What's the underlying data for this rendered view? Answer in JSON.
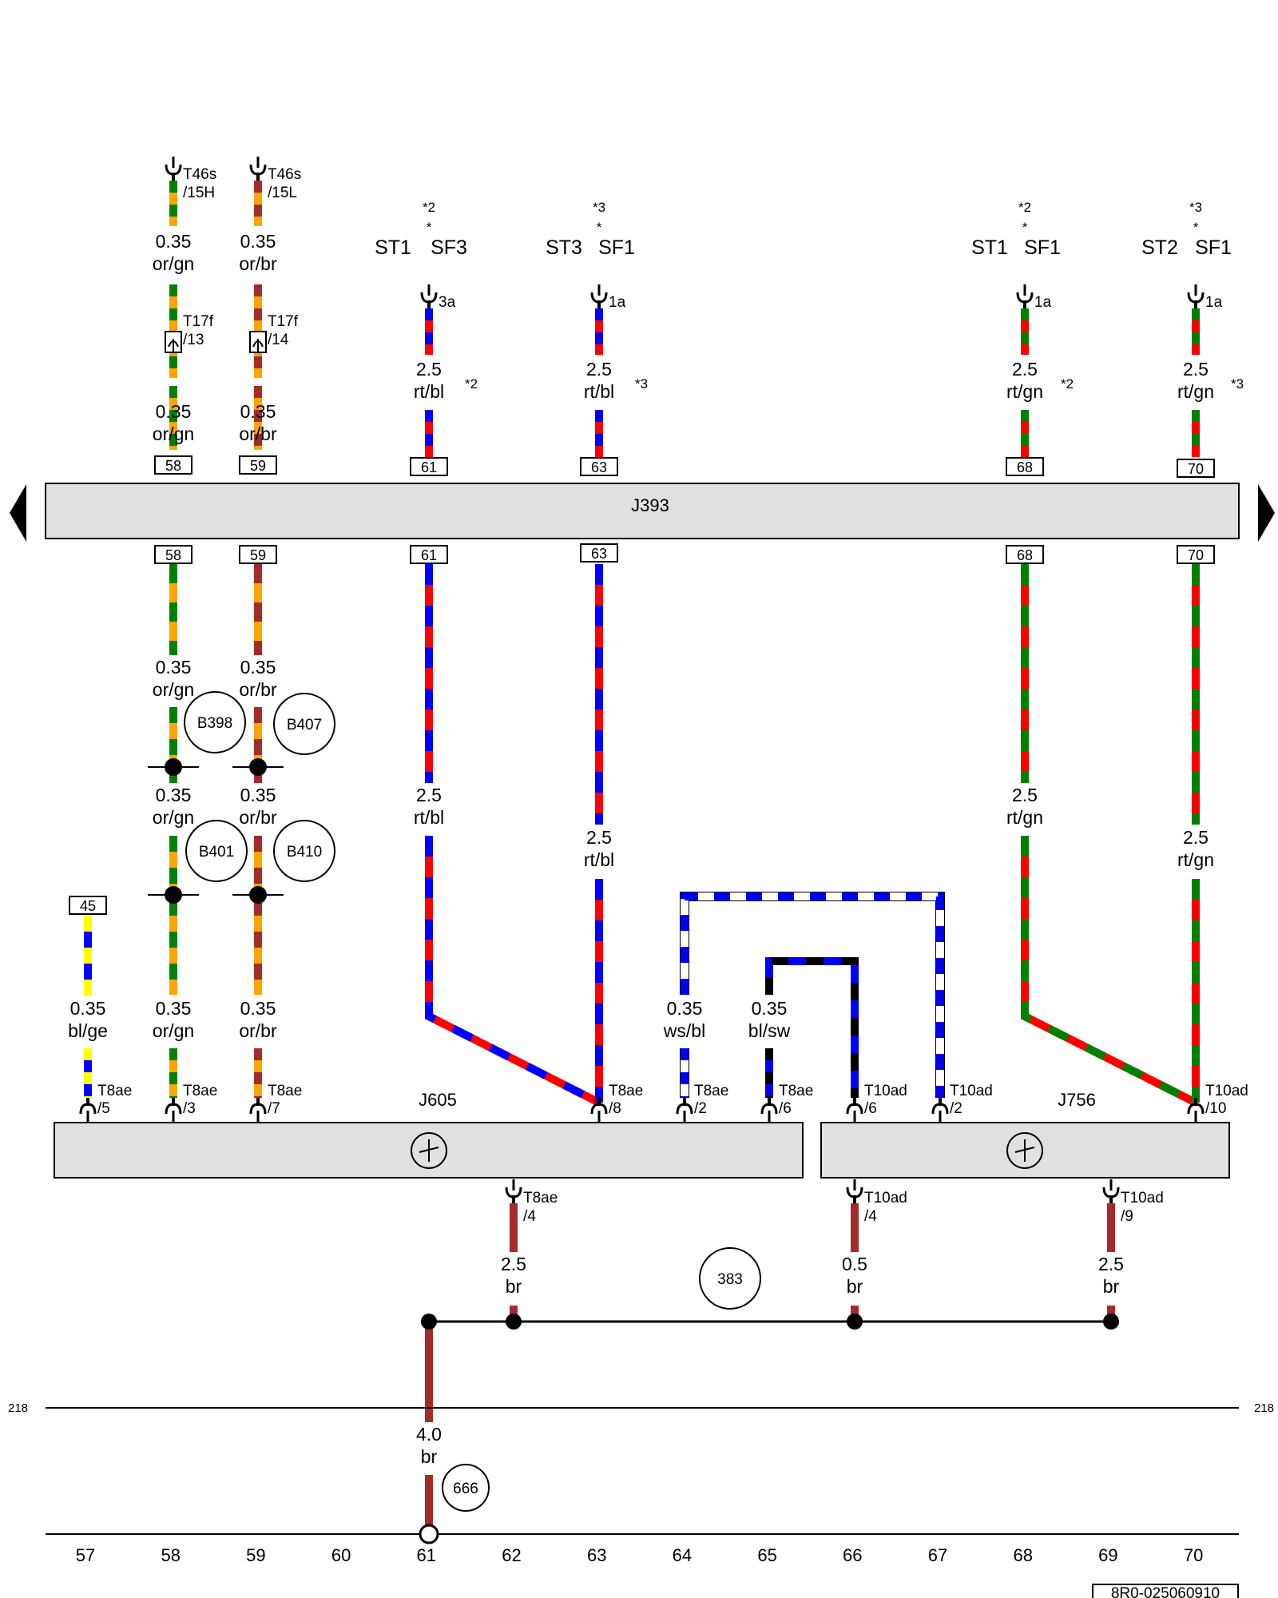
{
  "colors": {
    "or": "#FFA500",
    "gn": "#008000",
    "br": "#A52A2A",
    "rt": "#FF0000",
    "bl": "#0000FF",
    "ws": "#FFFFFF",
    "sw": "#000000",
    "ge": "#FFFF00",
    "module_fill": "#E0E0E0"
  },
  "modules": {
    "top": "J393",
    "j605": "J605",
    "j756": "J756"
  },
  "axis_numbers": [
    "57",
    "58",
    "59",
    "60",
    "61",
    "62",
    "63",
    "64",
    "65",
    "66",
    "67",
    "68",
    "69",
    "70"
  ],
  "side_refs": {
    "left": "218",
    "right": "218"
  },
  "doc_id": "8R0-025060910",
  "variants": {
    "v61": {
      "top": "*2",
      "mid": "*",
      "left": "ST1",
      "right": "SF3"
    },
    "v63": {
      "top": "*3",
      "mid": "*",
      "left": "ST3",
      "right": "SF1"
    },
    "v68": {
      "top": "*2",
      "mid": "*",
      "left": "ST1",
      "right": "SF1"
    },
    "v70": {
      "top": "*3",
      "mid": "*",
      "left": "ST2",
      "right": "SF1"
    }
  },
  "connectors": {
    "t46s_15h": [
      "T46s",
      "/15H"
    ],
    "t46s_15l": [
      "T46s",
      "/15L"
    ],
    "t17f_13": [
      "T17f",
      "/13"
    ],
    "t17f_14": [
      "T17f",
      "/14"
    ],
    "pin_3a": "3a",
    "pin_1a_63": "1a",
    "pin_1a_68": "1a",
    "pin_1a_70": "1a",
    "t8ae_5": [
      "T8ae",
      "/5"
    ],
    "t8ae_3": [
      "T8ae",
      "/3"
    ],
    "t8ae_7": [
      "T8ae",
      "/7"
    ],
    "t8ae_8": [
      "T8ae",
      "/8"
    ],
    "t8ae_2": [
      "T8ae",
      "/2"
    ],
    "t8ae_6": [
      "T8ae",
      "/6"
    ],
    "t10ad_6": [
      "T10ad",
      "/6"
    ],
    "t10ad_2": [
      "T10ad",
      "/2"
    ],
    "t10ad_10": [
      "T10ad",
      "/10"
    ],
    "t8ae_4": [
      "T8ae",
      "/4"
    ],
    "t10ad_4": [
      "T10ad",
      "/4"
    ],
    "t10ad_9": [
      "T10ad",
      "/9"
    ]
  },
  "terminal_boxes": {
    "top": [
      "58",
      "59",
      "61",
      "63",
      "68",
      "70"
    ],
    "bottom": [
      "58",
      "59",
      "61",
      "63",
      "68",
      "70"
    ],
    "b45": "45"
  },
  "circles": {
    "b398": "B398",
    "b407": "B407",
    "b401": "B401",
    "b410": "B410",
    "g383": "383",
    "g666": "666"
  },
  "wire_labels": {
    "w58a": [
      "0.35",
      "or/gn"
    ],
    "w59a": [
      "0.35",
      "or/br"
    ],
    "w58b": [
      "0.35",
      "or/gn"
    ],
    "w59b": [
      "0.35",
      "or/br"
    ],
    "w61a": [
      "2.5",
      "rt/bl"
    ],
    "w63a": [
      "2.5",
      "rt/bl"
    ],
    "w68a": [
      "2.5",
      "rt/gn"
    ],
    "w70a": [
      "2.5",
      "rt/gn"
    ],
    "w58c": [
      "0.35",
      "or/gn"
    ],
    "w59c": [
      "0.35",
      "or/br"
    ],
    "w58d": [
      "0.35",
      "or/gn"
    ],
    "w59d": [
      "0.35",
      "or/br"
    ],
    "w61b": [
      "2.5",
      "rt/bl"
    ],
    "w63b": [
      "2.5",
      "rt/bl"
    ],
    "w68b": [
      "2.5",
      "rt/gn"
    ],
    "w70b": [
      "2.5",
      "rt/gn"
    ],
    "w57": [
      "0.35",
      "bl/ge"
    ],
    "w58e": [
      "0.35",
      "or/gn"
    ],
    "w59e": [
      "0.35",
      "or/br"
    ],
    "w64": [
      "0.35",
      "ws/bl"
    ],
    "w65": [
      "0.35",
      "bl/sw"
    ],
    "w62": [
      "2.5",
      "br"
    ],
    "w66": [
      "0.5",
      "br"
    ],
    "w69": [
      "2.5",
      "br"
    ],
    "w61c": [
      "4.0",
      "br"
    ]
  },
  "wire_notes": {
    "n61": "*2",
    "n63": "*3",
    "n68": "*2",
    "n70": "*3"
  }
}
